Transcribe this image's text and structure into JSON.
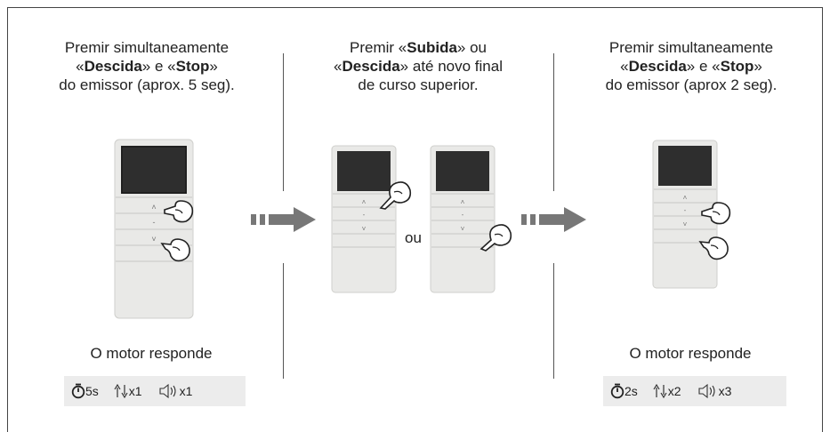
{
  "panels": [
    {
      "line1": "Premir simultaneamente",
      "q1": "«",
      "k1": "Descida",
      "q2": "»",
      "mid": " e ",
      "q3": "«",
      "k2": "Stop",
      "q4": "»",
      "line3": "do emissor (aprox. 5 seg)."
    },
    {
      "pre": "Premir ",
      "q1": "«",
      "k1": "Subida",
      "q2": "»",
      "post": " ou",
      "q3": "«",
      "k2": "Descida",
      "q4": "»",
      "post2": " até novo final",
      "line3": "de curso superior."
    },
    {
      "line1": "Premir simultaneamente",
      "q1": "«",
      "k1": "Descida",
      "q2": "»",
      "mid": " e ",
      "q3": "«",
      "k2": "Stop",
      "q4": "»",
      "line3": "do emissor (aprox 2 seg)."
    }
  ],
  "ou_label": "ou",
  "responses": [
    {
      "title": "O motor responde",
      "time": "5s",
      "moves": "x1",
      "beeps": "x1"
    },
    {
      "title": "O motor responde",
      "time": "2s",
      "moves": "x2",
      "beeps": "x3"
    }
  ],
  "colors": {
    "arrow": "#777777",
    "remote_body": "#e9e9e7",
    "screen": "#2e2e2e",
    "stat_bg": "#ececec"
  }
}
